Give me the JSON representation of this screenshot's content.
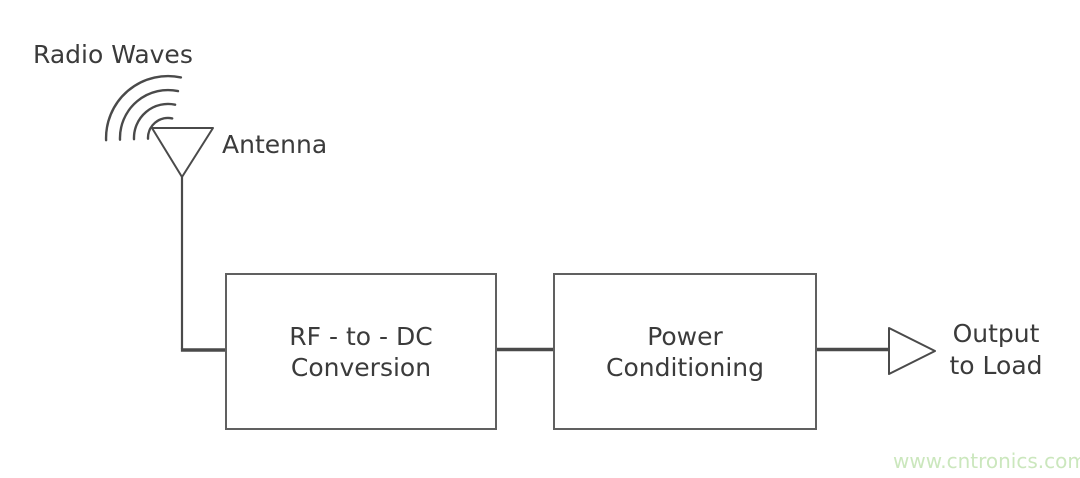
{
  "diagram": {
    "source_label": "Radio Waves",
    "antenna_label": "Antenna",
    "blocks": [
      {
        "id": "rf-to-dc",
        "line1": "RF - to - DC",
        "line2": "Conversion"
      },
      {
        "id": "power-conditioning",
        "line1": "Power",
        "line2": "Conditioning"
      }
    ],
    "output": {
      "line1": "Output",
      "line2": "to Load"
    },
    "icons": [
      "radio-waves-icon",
      "antenna-icon",
      "output-arrow-icon"
    ]
  },
  "watermark": {
    "text": "www.cntronics.com"
  },
  "colors": {
    "line": "#4a4a4a",
    "box_border": "#606060",
    "text": "#3b3b3b",
    "watermark": "#cbe7bd",
    "background": "#ffffff"
  }
}
